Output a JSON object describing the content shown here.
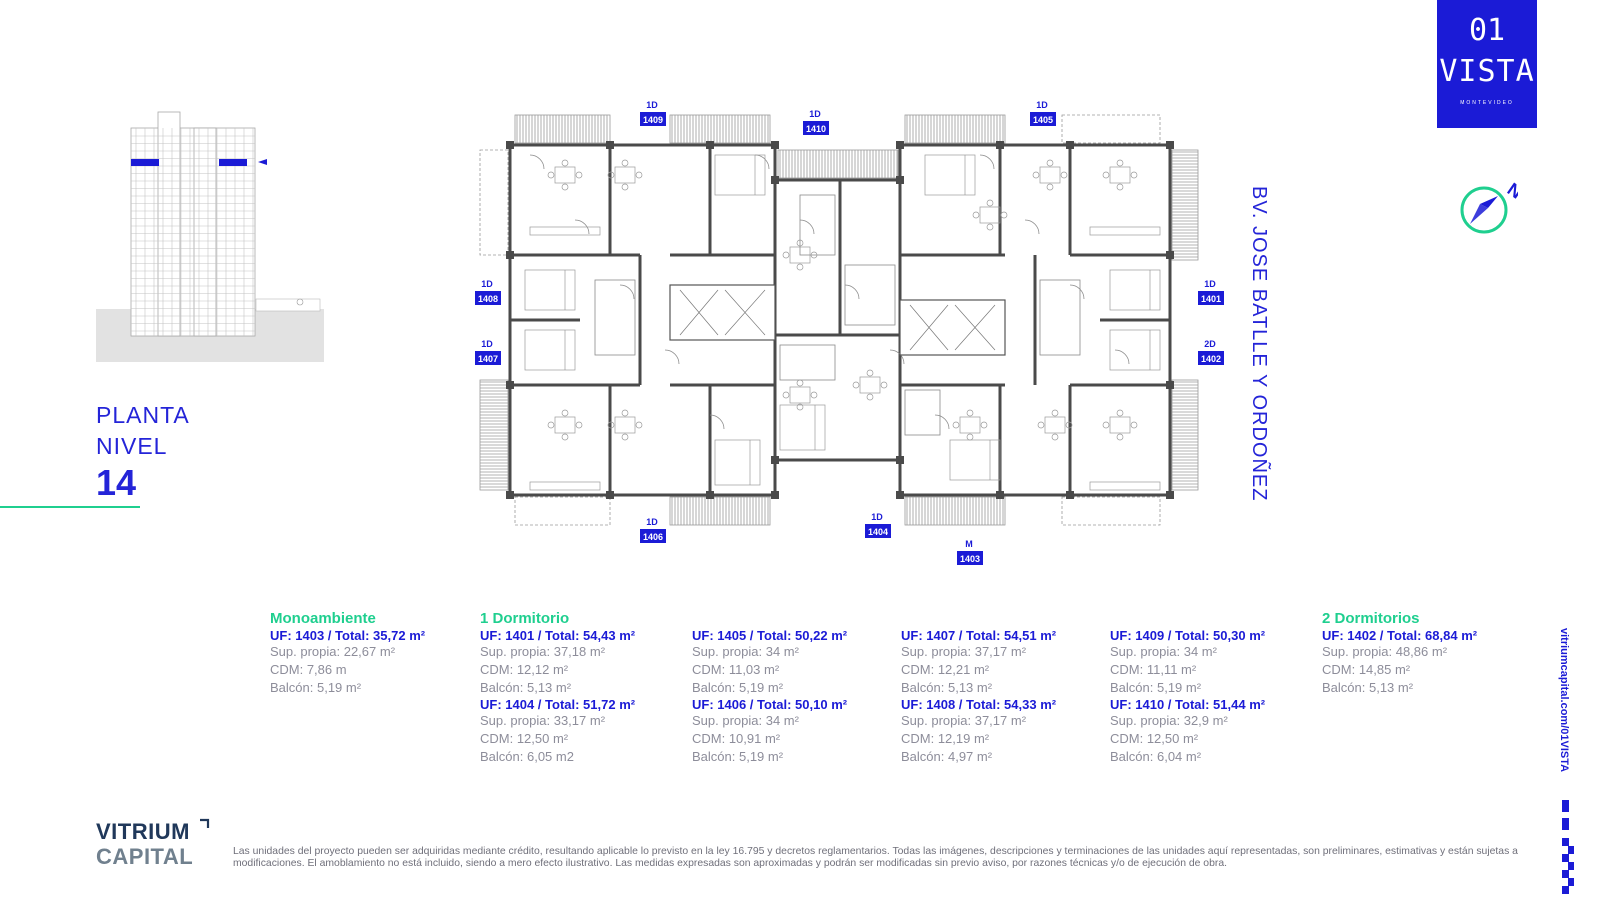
{
  "header": {
    "planta_line1": "PLANTA",
    "planta_line2": "NIVEL",
    "nivel_number": "14"
  },
  "logo": {
    "line1": "01",
    "line2": "VISTA",
    "tagline": "MONTEVIDEO"
  },
  "street_label": "BV. JOSE BATLLE Y ORDOÑEZ",
  "plan_labels": [
    {
      "type": "1D",
      "uf": "1409"
    },
    {
      "type": "1D",
      "uf": "1410"
    },
    {
      "type": "1D",
      "uf": "1405"
    },
    {
      "type": "1D",
      "uf": "1408"
    },
    {
      "type": "1D",
      "uf": "1407"
    },
    {
      "type": "1D",
      "uf": "1401"
    },
    {
      "type": "2D",
      "uf": "1402"
    },
    {
      "type": "1D",
      "uf": "1406"
    },
    {
      "type": "1D",
      "uf": "1404"
    },
    {
      "type": "M",
      "uf": "1403"
    }
  ],
  "compass_letter": "N",
  "units": {
    "mono_title": "Monoambiente",
    "one_bed_title": "1 Dormitorio",
    "two_bed_title": "2 Dormitorios",
    "mono": [
      {
        "uf": "UF: 1403  / Total: 35,72 m²",
        "sup": "Sup. propia: 22,67 m²",
        "cdm": "CDM: 7,86 m",
        "balcon": "Balcón: 5,19 m²"
      }
    ],
    "one_bed_col1": [
      {
        "uf": "UF: 1401 / Total: 54,43 m²",
        "sup": "Sup. propia: 37,18 m²",
        "cdm": "CDM: 12,12 m²",
        "balcon": "Balcón: 5,13 m²"
      },
      {
        "uf": "UF: 1404 / Total: 51,72 m²",
        "sup": "Sup. propia: 33,17 m²",
        "cdm": "CDM: 12,50 m²",
        "balcon": "Balcón: 6,05 m2"
      }
    ],
    "one_bed_col2": [
      {
        "uf": "UF: 1405  / Total: 50,22 m²",
        "sup": "Sup. propia: 34 m²",
        "cdm": "CDM: 11,03 m²",
        "balcon": "Balcón: 5,19 m²"
      },
      {
        "uf": "UF: 1406 / Total: 50,10 m²",
        "sup": "Sup. propia: 34 m²",
        "cdm": "CDM: 10,91 m²",
        "balcon": "Balcón: 5,19 m²"
      }
    ],
    "one_bed_col3": [
      {
        "uf": "UF: 1407 / Total: 54,51 m²",
        "sup": "Sup. propia: 37,17 m²",
        "cdm": "CDM: 12,21 m²",
        "balcon": "Balcón: 5,13 m²"
      },
      {
        "uf": "UF: 1408 / Total: 54,33 m²",
        "sup": "Sup. propia: 37,17 m²",
        "cdm": "CDM: 12,19 m²",
        "balcon": "Balcón: 4,97 m²"
      }
    ],
    "one_bed_col4": [
      {
        "uf": "UF: 1409 / Total: 50,30 m²",
        "sup": "Sup. propia: 34 m²",
        "cdm": "CDM: 11,11 m²",
        "balcon": "Balcón: 5,19 m²"
      },
      {
        "uf": "UF: 1410 / Total: 51,44 m²",
        "sup": "Sup. propia: 32,9 m²",
        "cdm": "CDM: 12,50 m²",
        "balcon": "Balcón: 6,04 m²"
      }
    ],
    "two_bed": [
      {
        "uf": "UF: 1402 / Total: 68,84 m²",
        "sup": "Sup. propia: 48,86 m²",
        "cdm": "CDM: 14,85 m²",
        "balcon": "Balcón: 5,13 m²"
      }
    ]
  },
  "footer": {
    "brand_line1": "VITRIUM",
    "brand_line2": "CAPITAL",
    "disclaimer": "Las unidades del proyecto pueden ser adquiridas mediante crédito, resultando aplicable lo previsto en la ley 16.795 y decretos reglamentarios. Todas las imágenes, descripciones y terminaciones de las unidades aquí representadas, son preliminares, estimativas y están sujetas a modificaciones. El amoblamiento no está incluido, siendo a mero efecto ilustrativo. Las medidas expresadas son aproximadas y podrán ser modificadas sin previo aviso, por razones técnicas y/o de ejecución de obra.",
    "url": "vitriumcapital.com/01VISTA"
  },
  "colors": {
    "brand_blue": "#1b1bd6",
    "accent_green": "#1fcf8f",
    "wall_dark": "#4a4a4a",
    "text_gray": "#8d8d9a"
  }
}
